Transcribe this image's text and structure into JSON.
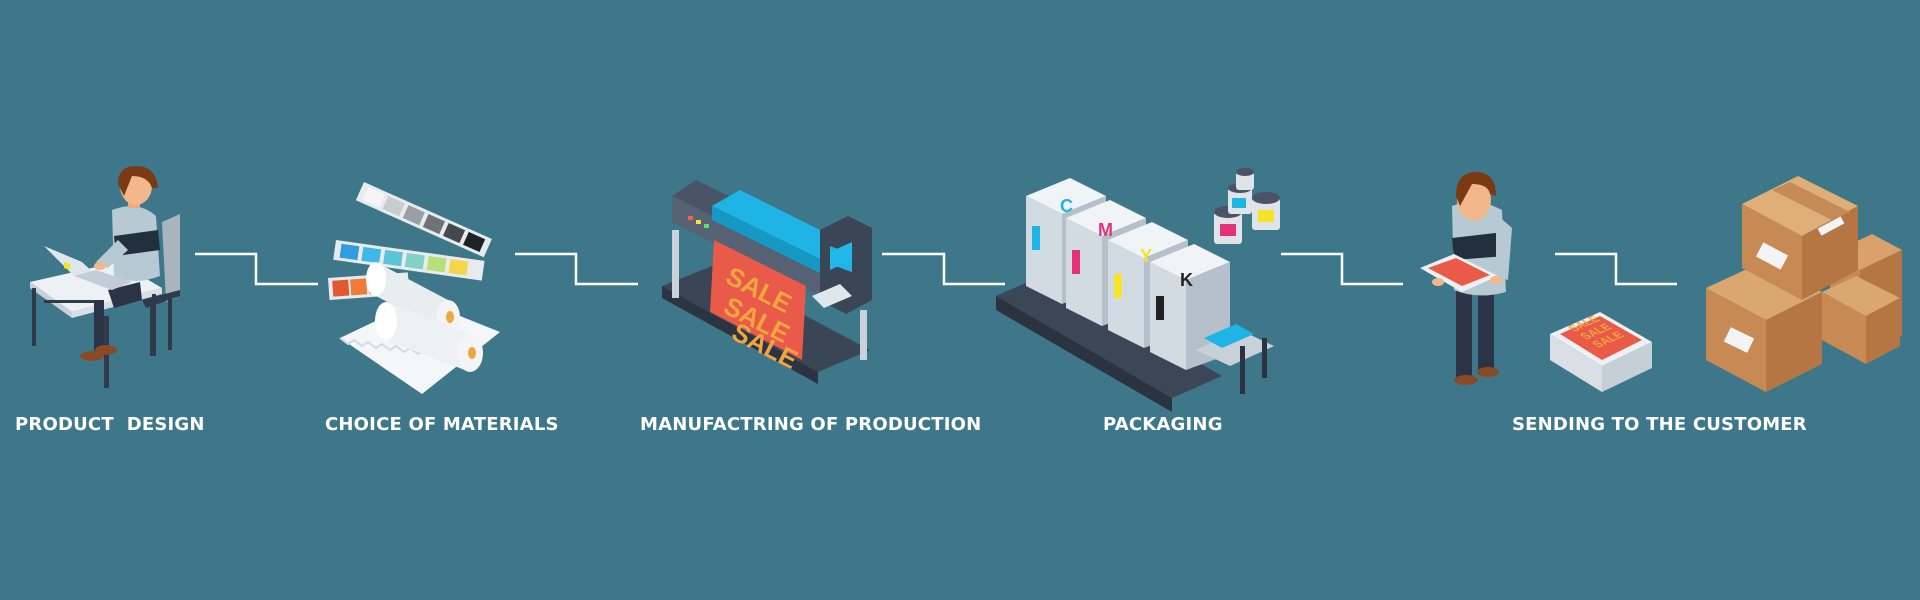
{
  "steps": [
    {
      "label": "PRODUCT  DESIGN"
    },
    {
      "label": "CHOICE OF MATERIALS"
    },
    {
      "label": "MANUFACTRING OF PRODUCTION"
    },
    {
      "label": "PACKAGING"
    },
    {
      "label": "SENDING TO THE CUSTOMER"
    }
  ],
  "machine": {
    "channel_c": "C",
    "channel_m": "M",
    "channel_y": "Y",
    "channel_k": "K"
  },
  "banner": {
    "sale_text": "SALE SALE SALE"
  },
  "colors": {
    "background": "#3d7789",
    "connector": "#ffffff",
    "cyan": "#1fb4e6",
    "magenta": "#e6317a",
    "yellow": "#f5e52a",
    "key": "#222222",
    "print_red": "#e95a49",
    "print_orange": "#f0a640",
    "box_brown": "#c88a55"
  },
  "icons": [
    "designer-at-laptop-icon",
    "color-swatches-and-paper-rolls-icon",
    "large-format-printer-icon",
    "cmyk-press-machine-icon",
    "worker-holding-print-icon",
    "cardboard-boxes-icon"
  ]
}
